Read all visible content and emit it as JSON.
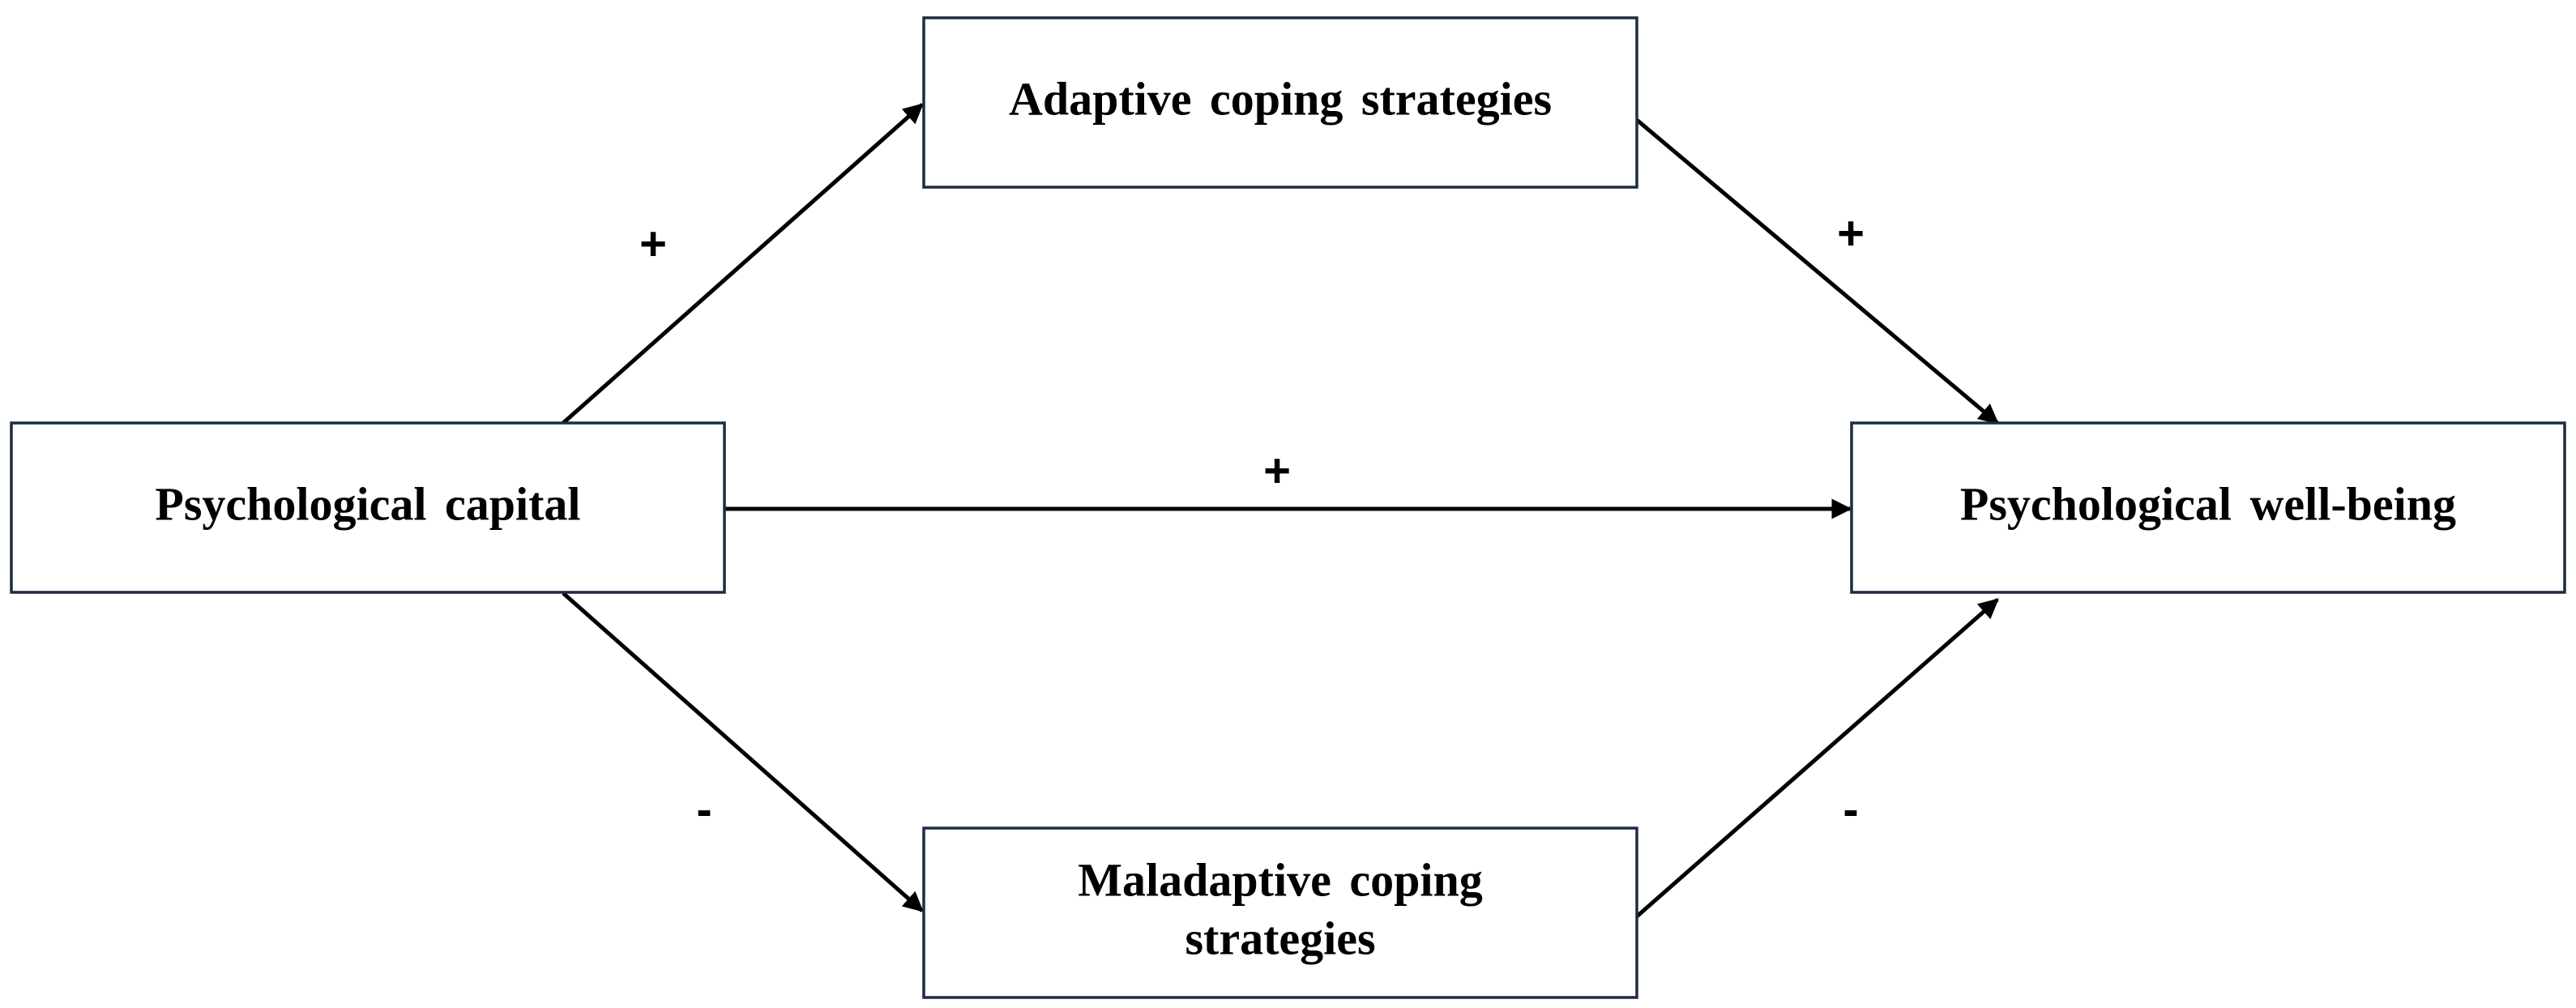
{
  "nodes": {
    "psychological_capital": {
      "label": "Psychological capital"
    },
    "adaptive_coping": {
      "label": "Adaptive coping strategies"
    },
    "maladaptive_coping": {
      "label_line1": "Maladaptive coping",
      "label_line2": "strategies"
    },
    "psychological_wellbeing": {
      "label": "Psychological well-being"
    }
  },
  "edges": {
    "capital_to_adaptive": {
      "sign": "+"
    },
    "adaptive_to_wellbeing": {
      "sign": "+"
    },
    "capital_to_wellbeing": {
      "sign": "+"
    },
    "capital_to_maladaptive": {
      "sign": "-"
    },
    "maladaptive_to_wellbeing": {
      "sign": "-"
    }
  },
  "colors": {
    "box_border": "#1f2a44",
    "arrow": "#000000",
    "background": "#ffffff"
  }
}
